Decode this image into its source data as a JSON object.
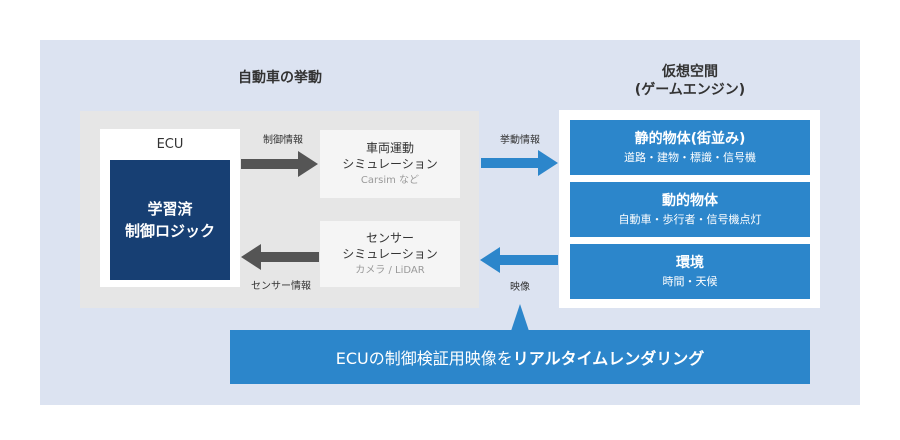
{
  "left_title": "自動車の挙動",
  "right_title_line1": "仮想空間",
  "right_title_line2": "(ゲームエンジン)",
  "ecu": {
    "label": "ECU",
    "inner_line1": "学習済",
    "inner_line2": "制御ロジック"
  },
  "sim_vehicle": {
    "line1": "車両運動",
    "line2": "シミュレーション",
    "sub": "Carsim など"
  },
  "sim_sensor": {
    "line1": "センサー",
    "line2": "シミュレーション",
    "sub": "カメラ / LiDAR"
  },
  "arrow_labels": {
    "control_info": "制御情報",
    "sensor_info": "センサー情報",
    "behavior_info": "挙動情報",
    "video": "映像"
  },
  "virtual_boxes": [
    {
      "title": "静的物体(街並み)",
      "sub": "道路・建物・標識・信号機"
    },
    {
      "title": "動的物体",
      "sub": "自動車・歩行者・信号機点灯"
    },
    {
      "title": "環境",
      "sub": "時間・天候"
    }
  ],
  "bottom_banner": {
    "normal": "ECUの制御検証用映像を",
    "bold": "リアルタイムレンダリング"
  },
  "colors": {
    "panel_bg": "#dce3f1",
    "ecu_inner": "#173f73",
    "accent_blue": "#2c86cb",
    "arrow_grey": "#555555"
  }
}
